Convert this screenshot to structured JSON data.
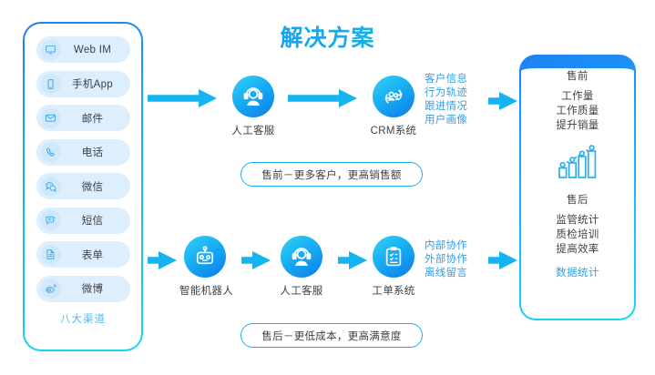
{
  "title": "解决方案",
  "channels": {
    "footer_label": "八大渠道",
    "items": [
      {
        "label": "Web IM",
        "icon": "monitor-icon"
      },
      {
        "label": "手机App",
        "icon": "mobile-phone-icon"
      },
      {
        "label": "邮件",
        "icon": "envelope-icon"
      },
      {
        "label": "电话",
        "icon": "telephone-icon"
      },
      {
        "label": "微信",
        "icon": "wechat-icon"
      },
      {
        "label": "短信",
        "icon": "sms-bubble-icon"
      },
      {
        "label": "表单",
        "icon": "form-document-icon"
      },
      {
        "label": "微博",
        "icon": "weibo-icon"
      }
    ]
  },
  "presales": {
    "nodes": [
      {
        "label": "人工客服",
        "icon": "headset-agent-icon"
      },
      {
        "label": "CRM系统",
        "icon": "crm-people-cycle-icon"
      }
    ],
    "features": [
      "客户信息",
      "行为轨迹",
      "跟进情况",
      "用户画像"
    ],
    "pill": "售前－更多客户，更高销售额"
  },
  "aftersales": {
    "nodes": [
      {
        "label": "智能机器人",
        "icon": "robot-icon"
      },
      {
        "label": "人工客服",
        "icon": "headset-agent-icon"
      },
      {
        "label": "工单系统",
        "icon": "clipboard-ticket-icon"
      }
    ],
    "features": [
      "内部协作",
      "外部协作",
      "离线留言"
    ],
    "pill": "售后－更低成本，更高满意度"
  },
  "results": {
    "presales_head": "售前",
    "presales_lines": [
      "工作量",
      "工作质量",
      "提升销量"
    ],
    "chart_icon": "bar-line-growth-icon",
    "aftersales_head": "售后",
    "aftersales_lines": [
      "监管统计",
      "质检培训",
      "提高效率"
    ],
    "footer_label": "数据统计"
  },
  "colors": {
    "accent_cyan": "#17b4f2",
    "accent_blue": "#1f7ff5",
    "feature_text": "#2f9fe8",
    "pill_fill": "#ddeffc",
    "body_text": "#3d4146"
  }
}
